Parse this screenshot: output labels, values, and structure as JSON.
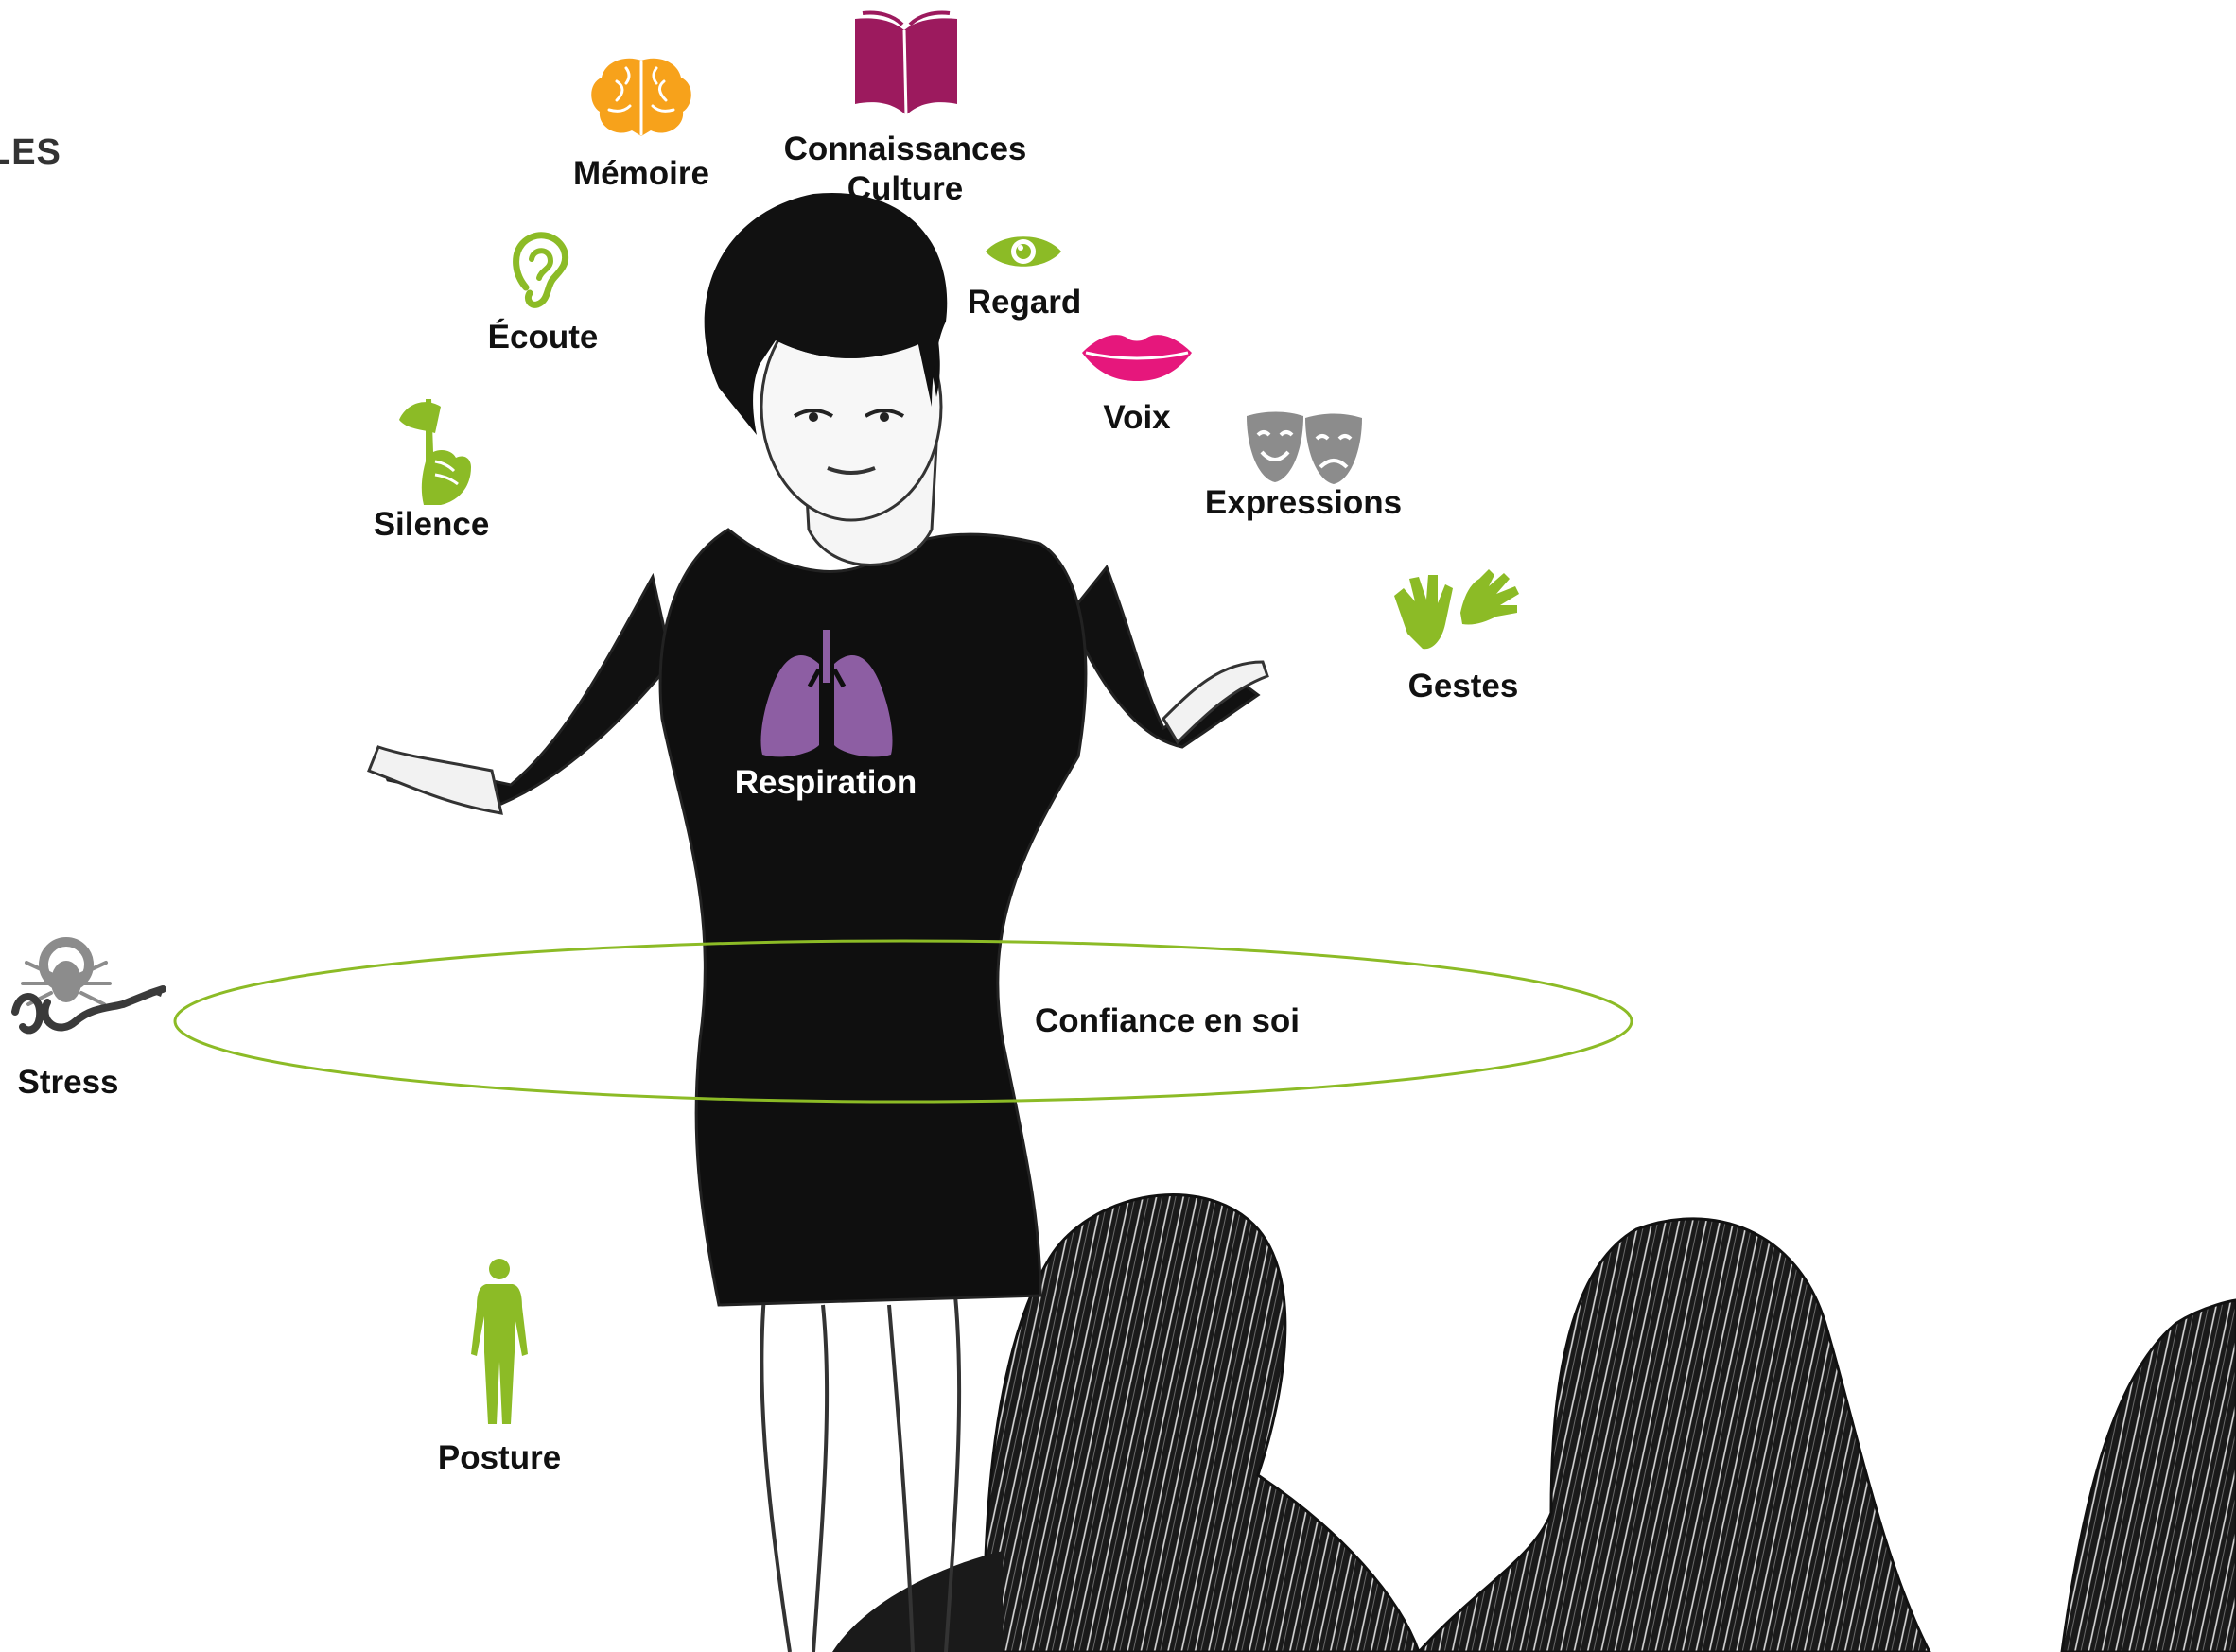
{
  "corner_text": "LES",
  "labels": {
    "memoire": "Mémoire",
    "connaissances": "Connaissances",
    "culture": "Culture",
    "ecoute": "Écoute",
    "regard": "Regard",
    "voix": "Voix",
    "silence": "Silence",
    "expressions": "Expressions",
    "gestes": "Gestes",
    "respiration": "Respiration",
    "confiance": "Confiance en soi",
    "stress": "Stress",
    "posture": "Posture"
  },
  "icons": {
    "memoire": "brain-icon",
    "connaissances": "open-book-icon",
    "ecoute": "ear-icon",
    "regard": "eye-icon",
    "voix": "lips-icon",
    "silence": "finger-on-lips-icon",
    "expressions": "theater-masks-icon",
    "gestes": "hands-icon",
    "respiration": "lungs-icon",
    "stress": "scorpion-snake-icon",
    "posture": "human-body-icon"
  },
  "colors": {
    "green": "#8cbb26",
    "orange": "#f7a21b",
    "book": "#9c1a5e",
    "pink": "#e6177c",
    "purple": "#8d5ea3",
    "gray": "#8c8c8c",
    "dress": "#0f0f0f",
    "ring": "#8cbb26"
  }
}
